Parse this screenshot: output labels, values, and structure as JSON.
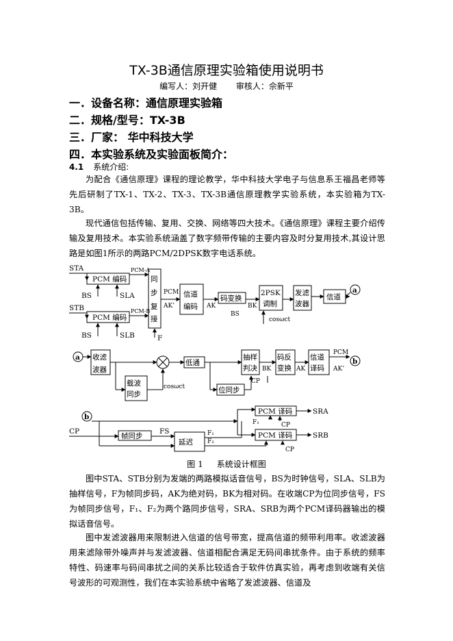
{
  "doc": {
    "title": "TX-3B通信原理实验箱使用说明书",
    "author": "编写人：刘开健",
    "reviewer": "审核人：佘新平"
  },
  "sections": {
    "s1": "一．设备名称：通信原理实验箱",
    "s2": "二．规格/型号：TX-3B",
    "s3": "三．厂家：  华中科技大学",
    "s4": "四．本实验系统及实验面板简介："
  },
  "subsection": {
    "num": "4.1",
    "title": "系统介绍:"
  },
  "paragraphs": {
    "p1": "为配合《通信原理》课程的理论教学，华中科技大学电子与信息系王福昌老师等先后研制了TX-1、TX-2、TX-3、TX-3B通信原理教学实验系统，本实验箱为TX-3B。",
    "p2": "现代通信包括传输、复用、交换、网络等四大技术。《通信原理》课程主要介绍传输及复用技术。本实验系统涵盖了数字频带传输的主要内容及时分复用技术,其设计思路是如图1所示的两路PCM/2DPSK数字电话系统。",
    "p3": "图中STA、STB分别为发端的两路模拟话音信号，BS为时钟信号，SLA、SLB为抽样信号，F为帧同步码，AK为绝对码，BK为相对码。在收端CP为位同步信号，FS为帧同步信号，F₁、F₂为两个路同步信号，SRA、SRB为两个PCM译码器输出的模拟话音信号。",
    "p4": "图中发滤波器用来限制进入信道的信号带宽，提高信道的频带利用率。收滤波器用来滤除带外噪声并与发滤波器、信道相配合满足无码间串扰条件。由于系统的频率特性、码速率与码间串扰之间的关系比较适合于软件仿真实验，再考虑到收端有关信号波形的可观测性，我们在本实验系统中省略了发滤波器、信道及"
  },
  "figure": {
    "caption_num": "图 1",
    "caption_text": "系统设计框图",
    "labels": {
      "sta": "STA",
      "stb": "STB",
      "bs": "BS",
      "sla": "SLA",
      "slb": "SLB",
      "pcm_enc": "PCM 编码",
      "pcm_a": "PCM-A",
      "pcm_b": "PCM-B",
      "mux1": "同",
      "mux2": "步",
      "mux3": "复",
      "mux4": "接",
      "f": "F",
      "pcm": "PCM",
      "ak_prime": "AK’",
      "chan_enc1": "信道",
      "chan_enc2": "编码",
      "ak": "AK",
      "code_conv": "码变换",
      "bk": "BK",
      "psk1": "2PSK",
      "psk2": "调制",
      "cos": "cosωct",
      "tx_filt1": "发滤",
      "tx_filt2": "波器",
      "channel": "信道",
      "node_a": "a",
      "node_b": "b",
      "rx_filt1": "收滤",
      "rx_filt2": "波器",
      "carrier1": "载波",
      "carrier2": "同步",
      "lpf": "低通",
      "sample1": "抽样",
      "sample2": "判决",
      "cp": "CP",
      "bit_sync": "位同步",
      "decode_conv1": "码反",
      "decode_conv2": "变换",
      "chan_dec1": "信道",
      "chan_dec2": "译码",
      "pcm_dec": "PCM 译码",
      "sra": "SRA",
      "srb": "SRB",
      "frame_sync": "帧同步",
      "fs": "FS",
      "delay": "延迟",
      "f1": "F₁",
      "f2": "F₂"
    }
  }
}
